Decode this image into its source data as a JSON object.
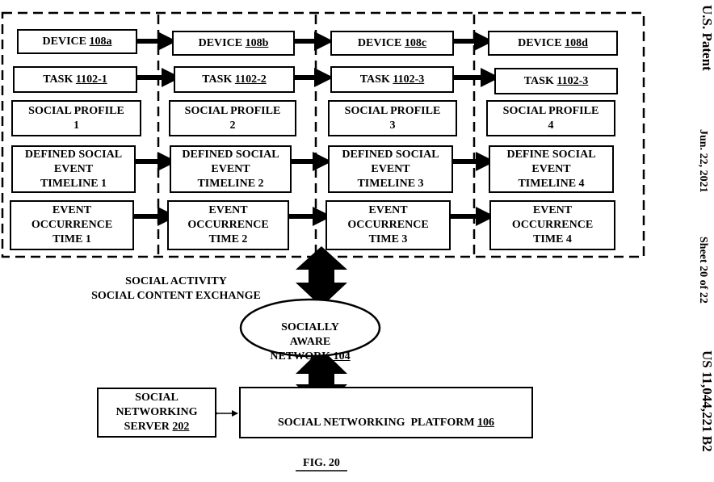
{
  "header": {
    "patent": "U.S. Patent",
    "date": "Jun. 22, 2021",
    "sheet": "Sheet 20 of 22",
    "number": "US 11,044,221 B2"
  },
  "columns": [
    {
      "device": {
        "text": "DEVICE ",
        "ref": "108a"
      },
      "task": {
        "text": "TASK ",
        "ref": "1102-1"
      },
      "profile": "SOCIAL PROFILE\n1",
      "timeline": "DEFINED SOCIAL\nEVENT\nTIMELINE 1",
      "occurrence": "EVENT\nOCCURRENCE\nTIME 1"
    },
    {
      "device": {
        "text": "DEVICE ",
        "ref": "108b"
      },
      "task": {
        "text": "TASK ",
        "ref": "1102-2"
      },
      "profile": "SOCIAL PROFILE\n2",
      "timeline": "DEFINED SOCIAL\nEVENT\nTIMELINE 2",
      "occurrence": "EVENT\nOCCURRENCE\nTIME 2"
    },
    {
      "device": {
        "text": "DEVICE ",
        "ref": "108c"
      },
      "task": {
        "text": "TASK ",
        "ref": "1102-3"
      },
      "profile": "SOCIAL PROFILE\n3",
      "timeline": "DEFINED SOCIAL\nEVENT\nTIMELINE 3",
      "occurrence": "EVENT\nOCCURRENCE\nTIME 3"
    },
    {
      "device": {
        "text": "DEVICE ",
        "ref": "108d"
      },
      "task": {
        "text": "TASK ",
        "ref": "1102-3"
      },
      "profile": "SOCIAL PROFILE\n4",
      "timeline": "DEFINE SOCIAL\nEVENT\nTIMELINE 4",
      "occurrence": "EVENT\nOCCURRENCE\nTIME 4"
    }
  ],
  "activity_label": "SOCIAL ACTIVITY\nSOCIAL CONTENT EXCHANGE",
  "network": {
    "text": "SOCIALLY\nAWARE\nNETWORK ",
    "ref": "104"
  },
  "server": {
    "text": "SOCIAL\nNETWORKING\nSERVER ",
    "ref": "202"
  },
  "platform": {
    "text": "SOCIAL NETWORKING  PLATFORM ",
    "ref": "106"
  },
  "figure_label": "FIG. 20"
}
